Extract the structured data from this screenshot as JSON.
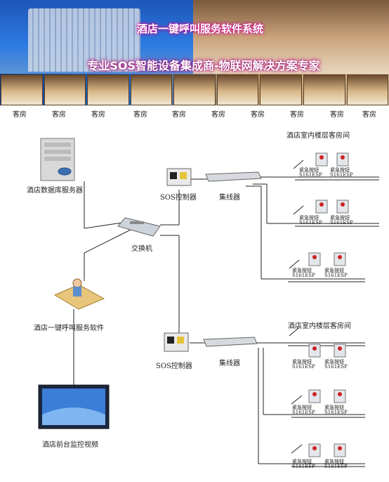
{
  "banner": {
    "title_main": "酒店一键呼叫服务软件系统",
    "title_sub": "专业SOS智能设备集成商-物联网解决方案专家",
    "room_labels": [
      "客房",
      "客房",
      "客房",
      "客房",
      "客房",
      "客房",
      "客房",
      "客房",
      "客房",
      "客房"
    ]
  },
  "nodes": {
    "db_server": "酒店数据库服务器",
    "switch": "交换机",
    "software": "酒店一键呼叫服务软件",
    "monitor": "酒店前台监控视频",
    "sos1": "SOS控制器",
    "sos2": "SOS控制器",
    "hub1": "集线器",
    "hub2": "集线器",
    "floor1": "酒店室内楼层客房间",
    "floor2": "酒店室内楼层客房间"
  },
  "device": {
    "name": "紧急按钮",
    "model": "S161ESP"
  },
  "colors": {
    "line": "#222222",
    "banner_glow": "#d4007f"
  }
}
